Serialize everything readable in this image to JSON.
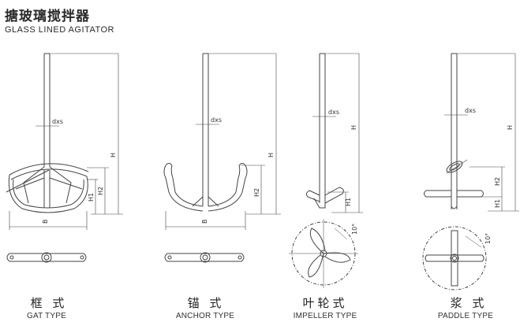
{
  "header": {
    "title_cn": "搪玻璃搅拌器",
    "title_en": "GLASS LINED AGITATOR"
  },
  "agitators": [
    {
      "name_cn": "框 式",
      "name_en": "GAT TYPE"
    },
    {
      "name_cn": "锚 式",
      "name_en": "ANCHOR TYPE"
    },
    {
      "name_cn": "叶轮式",
      "name_en": "IMPELLER TYPE"
    },
    {
      "name_cn": "浆 式",
      "name_en": "PADDLE TYPE"
    }
  ],
  "dimension_labels": {
    "shaft": "dxs",
    "height": "H",
    "h1": "H1",
    "h2": "H2",
    "diameter": "B",
    "angle": "10°"
  },
  "colors": {
    "line": "#444444",
    "background": "#ffffff"
  }
}
